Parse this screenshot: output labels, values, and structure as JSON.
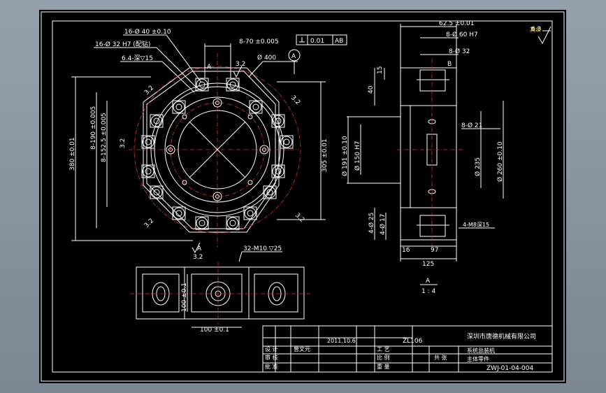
{
  "drawing": {
    "roughness_symbol": "6.3",
    "roughness_note": "其余",
    "section_label": "A",
    "view_label": "A",
    "view_scale": "1 : 4"
  },
  "front_view": {
    "dims": {
      "holes_40": "16-Ø 40 ±0.10",
      "holes_32": "16-Ø 32 H7 (配钻)",
      "holes_m6": "6.4-深▽15",
      "pitch_70": "8-70 ±0.005",
      "bolt_circle": "Ø 400",
      "rough_32": "3.2",
      "perp_tol": "0.01",
      "perp_datum": "AB",
      "datum_a": "A",
      "vert_190": "8-190 ±0.005",
      "vert_1525": "8-152.5 ±0.005",
      "height_380": "380 ±0.01",
      "height_305": "305 ±0.01",
      "rough_left": "3.2",
      "rough_tl": "3.2",
      "rough_tr": "3.2",
      "rough_bl": "3.2",
      "rough_br": "3.2",
      "rough_bottom": "3.2",
      "thread": "32-M10 ▽25",
      "datum_mark_top": "A",
      "datum_mark_bottom": "A"
    }
  },
  "side_view": {
    "dims": {
      "top_width": "62.5 ±0.01",
      "holes_60": "8-Ø 60 H7",
      "holes_32": "8-Ø 32",
      "datum_b": "B",
      "d15": "15",
      "d40": "40",
      "holes_21": "8-Ø 21",
      "dia_191": "Ø 191 ±0.10",
      "dia_150": "Ø 150 H7",
      "dia_235": "Ø 235",
      "dia_260": "Ø 260 ±0.10",
      "holes_25": "4-Ø 25",
      "holes_17": "4-Ø 17",
      "thread_note": "4-M8深15",
      "d16": "16",
      "d97": "97",
      "d125": "125"
    }
  },
  "bottom_view": {
    "dims": {
      "h100": "100 ±0.1",
      "w100": "100 ±0.1"
    }
  },
  "title_block": {
    "company": "深圳市唐德机械有限公司",
    "drawing_name": "系统总装机",
    "drawing_desc": "主体零件",
    "drawing_no": "ZWJ-01-04-004",
    "date": "2011.10.6",
    "material": "ZL106",
    "designer_label": "设 计",
    "checker_label": "审 核",
    "approve_label": "批 准",
    "process_label": "工 艺",
    "scale_label": "比 例",
    "weight_label": "重 量",
    "sheet_label": "共 张",
    "designer_name": "曾文元"
  }
}
